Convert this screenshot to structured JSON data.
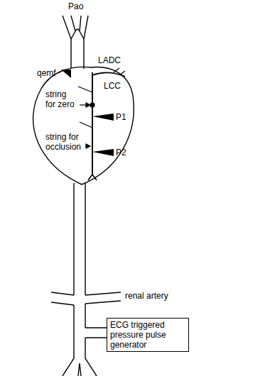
{
  "diagram": {
    "nodes": [
      {
        "text": [
          "ECG triggered pressure pulse generator"
        ]
      }
    ],
    "edges": [],
    "labels": [
      "Pao",
      "LADC",
      "qemf",
      "LCC",
      "string for zero",
      "P1",
      "string for occlusion",
      "P2",
      "renal artery"
    ]
  }
}
